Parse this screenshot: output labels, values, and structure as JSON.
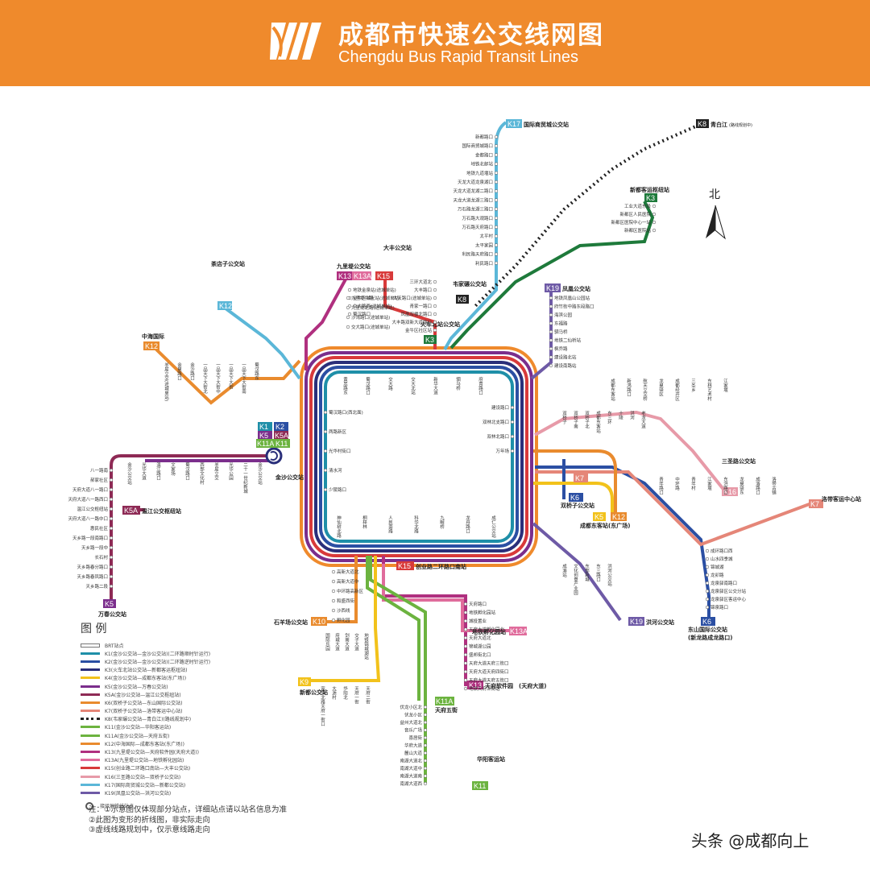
{
  "header": {
    "title_cn": "成都市快速公交线网图",
    "title_en": "Chengdu Bus Rapid Transit Lines"
  },
  "compass": {
    "label": "北"
  },
  "colors": {
    "banner": "#ef8a2c",
    "ring_teal": "#1f8fa8",
    "ring_blue": "#2b4fa3",
    "ring_navy": "#2a2f7a",
    "ring_purple": "#7b2e8c",
    "ring_red": "#d83a3a",
    "ring_orange": "#ef8a2c",
    "ring_yellow": "#f2c21b",
    "k3_green": "#1e7a3b",
    "k11_green": "#6cb33f",
    "k13_magenta": "#b0307f",
    "k12_orange": "#e98b2e",
    "k17_skyblue": "#5bb7d8",
    "k16_pink": "#e79aa8",
    "k7_salmon": "#e58678",
    "k19_purple": "#6e5aa6",
    "k8_black": "#222222",
    "k5a_maroon": "#8e2a55"
  },
  "line_badges": {
    "k17": "K17",
    "k8_top": "K8",
    "k3_top": "K3",
    "k15_top": "K15",
    "k13": "K13",
    "k13a": "K13A",
    "k12": "K12",
    "k11_top": "K12",
    "k8_mid": "K8",
    "k3_mid": "K3",
    "k19_top": "K19",
    "k1": "K1",
    "k2": "K2",
    "k5": "K5",
    "k5a": "K5A",
    "k11a": "K11A",
    "k11": "K11",
    "k5a_left": "K5A",
    "k5_bottom": "K5",
    "k15_bottom": "K15",
    "k10": "K10",
    "k9": "K9",
    "k13a_right": "K13A",
    "k13_right": "K13",
    "k11a_bottom": "K11A",
    "k11_bottom": "K11",
    "k7_mid": "K7",
    "k6_mid": "K6",
    "k5_right": "K5",
    "k12_right": "K12",
    "k16": "K16",
    "k7_right": "K7",
    "k6_bottom": "K6",
    "k19_bottom": "K19"
  },
  "terminal_labels": {
    "k17_term": "国际商贸城公交站",
    "k8_term": "青白江",
    "k8_term_note": "(路线规划中)",
    "k3_term": "新都客运枢纽站",
    "k15_term": "大丰公交站",
    "k13_term": "九里堤公交站",
    "k12_term": "茶店子公交站",
    "k12_term2": "中海国际",
    "k8_mid_term": "韦家碾公交站",
    "k3_mid_term": "火车北站公交站",
    "k19_term": "凤凰公交站",
    "k5a_term": "温江公交枢纽站",
    "k5_term": "万春公交站",
    "hub": "金沙公交站",
    "k15_bottom_term": "创业路二环路口南站",
    "k10_term": "石羊场公交站",
    "k9_term": "新都公交站",
    "k13a_term": "地铁孵化园站",
    "k13_right_term": "天府软件园",
    "k13_right_term2": "(天府大道)",
    "k11a_term": "天府五街",
    "k11_term": "华阳客运站",
    "k6_term": "双桥子公交站",
    "k5k12_term": "成都东客站(东广场)",
    "k16_term": "三圣路公交站",
    "k7_term": "洛带客运中心站",
    "k6_bottom_term": "东山国际公交站",
    "k6_bottom_term2": "(新龙路成龙路口)",
    "k19_bottom_term": "洪河公交站"
  },
  "stations": {
    "k17_stops": [
      "新都路口",
      "国际商贸城路口",
      "金都路口",
      "地铁北邮站",
      "地铁九道堰站",
      "天龙大道龙泉湖口",
      "天龙大道龙湖二路口",
      "天龙大道龙湖三路口",
      "万石路龙湖三路口",
      "万石路大观路口",
      "万石路天府路口",
      "太平村",
      "太平家园",
      "利民路天府路口",
      "利民路口"
    ],
    "k3_stops": [
      "工业大道东段",
      "新都区人民医院",
      "新都区医院中心一站",
      "新都区医院站"
    ],
    "k15_stops": [
      "三环大道北",
      "大丰路口",
      "大天路口(途城单站)",
      "青家一路口",
      "凤凰双楼北路口",
      "大丰路双新大道路口",
      "金牛区社区站"
    ],
    "north_inner": [
      "地铁金泉站(途城单站)",
      "金牛区湖光站(途城单站)",
      "交大路西(途城单站)",
      "蜀汉路口"
    ],
    "k19_stops": [
      "地铁凤凰山公园站",
      "府竹街中路东段路口",
      "海滨公园",
      "东福路",
      "驷马桥",
      "地铁二仙桥站",
      "枫乔路",
      "建设路北站",
      "建设南路站"
    ],
    "ring_north": [
      "黄忠路东",
      "蜀汉路口",
      "交大路",
      "交大北站",
      "新华大道",
      "驷马桥",
      "府青路口"
    ],
    "ring_west": [
      "蜀汉路口(西北面)",
      "两路新区",
      "光华村街口",
      "清水河",
      "少陵路口"
    ],
    "ring_east": [
      "建设路口",
      "双林北支路口",
      "双林北路口",
      "万年场"
    ],
    "ring_south": [
      "神仙树北路",
      "桐梓林",
      "人民南路",
      "科华北路",
      "九眼桥",
      "龙舟路口",
      "成仁公交站"
    ],
    "k5_stops": [
      "八一路南",
      "郝家社区",
      "天府大道八一路口",
      "天府大道八一路西口",
      "温江公交枢纽站",
      "天府大道八一路中口",
      "惠民社区",
      "天乡路一段南路口",
      "天乡路一段中",
      "长石村",
      "天乡路春分路口",
      "天乡路春凤路口",
      "天乡路二段"
    ],
    "k5a_stops": [
      "金沙公交站",
      "光华大道",
      "温江路口",
      "文家场",
      "蜀汉路口",
      "西部文化村",
      "羊犀立交",
      "光华公园",
      "二十一世纪新城",
      "金沙公交站"
    ],
    "k12_stops": [
      "羊犀立交(途城单站)",
      "金泉路口",
      "金沙路口",
      "一品天下大街北",
      "一品天下大街中",
      "一品天下大街",
      "一品天下大街南",
      "蜀汉路东"
    ],
    "k13_stops": [
      "九里堤中路",
      "九里堤北路(途城单站)",
      "沙湾路口(途城单站)",
      "交大路口(途城单站)"
    ],
    "south_stops": [
      "高新大道北",
      "高新大道中",
      "中环路高新区",
      "和盛西街",
      "沙西线",
      "孵化园"
    ],
    "k10_stops": [
      "国际乐园",
      "府城大道",
      "剑南大道",
      "交子大道",
      "地铁锦城湖站"
    ],
    "k9_stops": [
      "富华北路天府一街口",
      "大源村",
      "华阳北",
      "天府一街",
      "天府二街"
    ],
    "k13_south": [
      "天府路口",
      "地铁孵化园站",
      "城投置业",
      "天府大道孵化园北",
      "天府大道北",
      "锦城湖公园",
      "盛邦街北口",
      "天府大道天府三街口",
      "天府大道天府四街口",
      "天府大道天府五街口",
      "地铁天府五街站"
    ],
    "k11_stops": [
      "伏龙小区北",
      "伏龙小区",
      "益州大道北",
      "音乐广场",
      "喜居街",
      "华府大道",
      "麓山大道",
      "南湖大道北",
      "南湖大道中",
      "南湖大道南",
      "南湖大道西"
    ],
    "k6_stops": [
      "双桥子",
      "双桥子南",
      "双桥子北",
      "成都东客站",
      "东三环",
      "十陵",
      "洪河",
      "老龙大道"
    ],
    "k16_stops": [
      "成都东客站",
      "新鸿路口",
      "航天立交桥",
      "龙泉驿区",
      "成都经开区",
      "三圣乡",
      "东林艺术村",
      "江家堰"
    ],
    "k7_stops": [
      "青年路口",
      "中环路",
      "青年村",
      "江家堰",
      "东洪路口",
      "龙泉驿东",
      "成洛路口",
      "洛带古镇"
    ],
    "k6_bottom_stops": [
      "成环路口西",
      "山水四季城",
      "锦城湖",
      "龙卯路",
      "龙泉驿南路口",
      "龙泉驿区公交分站",
      "龙泉驿区客运中心",
      "锦泉路口"
    ],
    "k19_bottom_stops": [
      "成渝站",
      "文化创意产业园",
      "东部新城",
      "东三路口",
      "洪河公交站"
    ]
  },
  "legend": {
    "title": "图  例",
    "entries": [
      {
        "color": "#ffffff",
        "text": "BRT站点",
        "style": "outline"
      },
      {
        "color": "#1f8fa8",
        "text": "K1(金沙公交站—金沙公交站)(二环路顺时针运行)",
        "style": "solid"
      },
      {
        "color": "#2b4fa3",
        "text": "K2(金沙公交站—金沙公交站)(二环路逆时针运行)",
        "style": "solid"
      },
      {
        "color": "#2a2f7a",
        "text": "K3(火车北站公交站—新都客运枢纽站)",
        "style": "solid"
      },
      {
        "color": "#f2c21b",
        "text": "K4(金沙公交站—成都东客站(东广场))",
        "style": "solid"
      },
      {
        "color": "#7b2e8c",
        "text": "K5(金沙公交站—万春公交站)",
        "style": "solid"
      },
      {
        "color": "#8e2a55",
        "text": "K5A(金沙公交站—温江公交枢纽站)",
        "style": "solid"
      },
      {
        "color": "#e98b2e",
        "text": "K6(双桥子公交站—东山国际公交站)",
        "style": "solid"
      },
      {
        "color": "#e58678",
        "text": "K7(双桥子公交站—洛带客运中心站)",
        "style": "solid"
      },
      {
        "color": "#222222",
        "text": "K8(韦家碾公交站—青白江)(路线规划中)",
        "style": "dotted"
      },
      {
        "color": "#6cb33f",
        "text": "K11(金沙公交站—华阳客运站)",
        "style": "solid"
      },
      {
        "color": "#6cb33f",
        "text": "K11A(金沙公交站—天府五街)",
        "style": "solid"
      },
      {
        "color": "#e98b2e",
        "text": "K12(中海国际—成都东客站(东广场))",
        "style": "solid"
      },
      {
        "color": "#b0307f",
        "text": "K13(九里堤公交站—天府软件园(天府大道))",
        "style": "solid"
      },
      {
        "color": "#e06c9c",
        "text": "K13A(九里堤公交站—地铁孵化园站)",
        "style": "solid"
      },
      {
        "color": "#d83a3a",
        "text": "K15(创业路二环路口南站—大丰公交站)",
        "style": "solid"
      },
      {
        "color": "#e79aa8",
        "text": "K16(三圣路公交站—双桥子公交站)",
        "style": "solid"
      },
      {
        "color": "#5bb7d8",
        "text": "K17(国际商贸城公交站—新都公交站)",
        "style": "solid"
      },
      {
        "color": "#6e5aa6",
        "text": "K19(凤凰公交站—洪河公交站)",
        "style": "solid"
      }
    ],
    "transfer_text": "接驳地铁线站点"
  },
  "notes": [
    "注：①示意图仅体现部分站点，详细站点请以站名信息为准",
    "      ②此图为变形的折线图，非实际走向",
    "      ③虚线线路规划中，仅示意线路走向"
  ],
  "watermark": "头条 @成都向上"
}
